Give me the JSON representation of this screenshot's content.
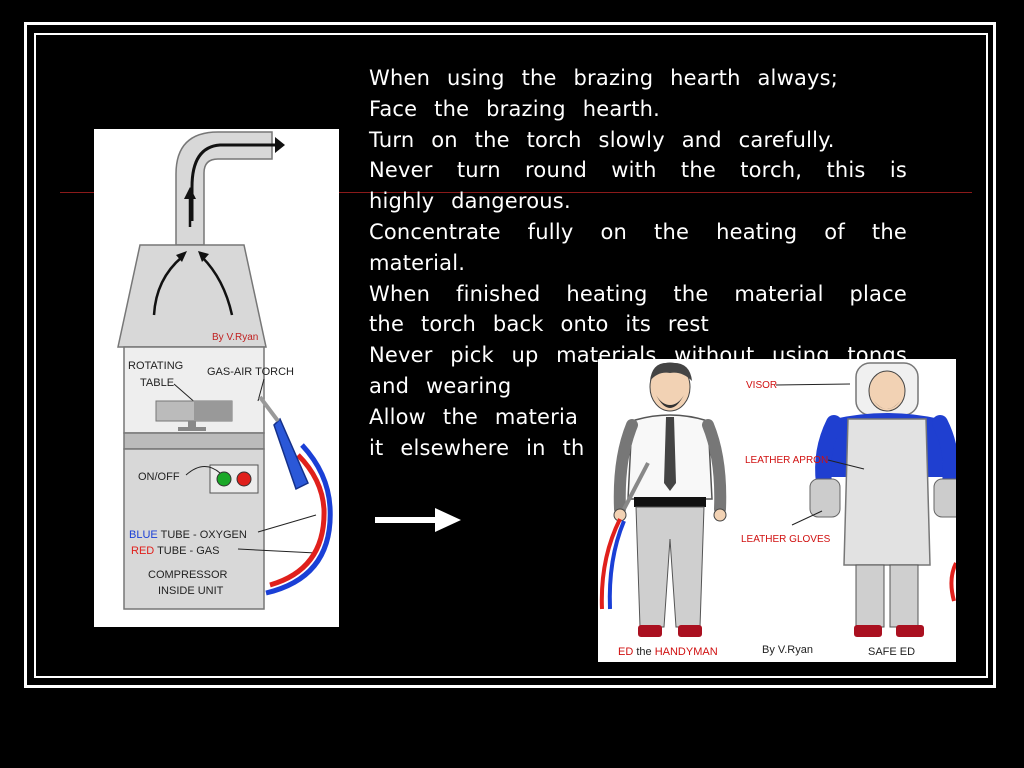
{
  "slide": {
    "lines": [
      "When using the brazing hearth always;",
      "Face the brazing hearth.",
      "Turn on the torch slowly and carefully.",
      "Never turn round with the torch, this is highly dangerous.",
      "Concentrate fully on the heating of the material.",
      "When finished heating the material place the torch back onto its rest",
      "Never pick up materials without using tongs and wearing",
      "Allow the materia",
      "it elsewhere in th"
    ]
  },
  "hearth": {
    "credit": "By V.Ryan",
    "rotating_table": [
      "ROTATING",
      "TABLE"
    ],
    "torch": "GAS-AIR TORCH",
    "onoff": "ON/OFF",
    "blue_word": "BLUE",
    "blue_rest": " TUBE - OXYGEN",
    "red_word": "RED",
    "red_rest": " TUBE - GAS",
    "compressor": [
      "COMPRESSOR",
      "INSIDE UNIT"
    ]
  },
  "safety": {
    "visor": "VISOR",
    "apron": "LEATHER APRON",
    "gloves": "LEATHER GLOVES",
    "ed": "ED",
    "the": " the ",
    "handyman": "HANDYMAN",
    "credit": "By V.Ryan",
    "safe_ed": "SAFE ED"
  },
  "colors": {
    "oxygen": "#1a3fd6",
    "gas": "#e0201c",
    "label_red": "#d01010"
  }
}
